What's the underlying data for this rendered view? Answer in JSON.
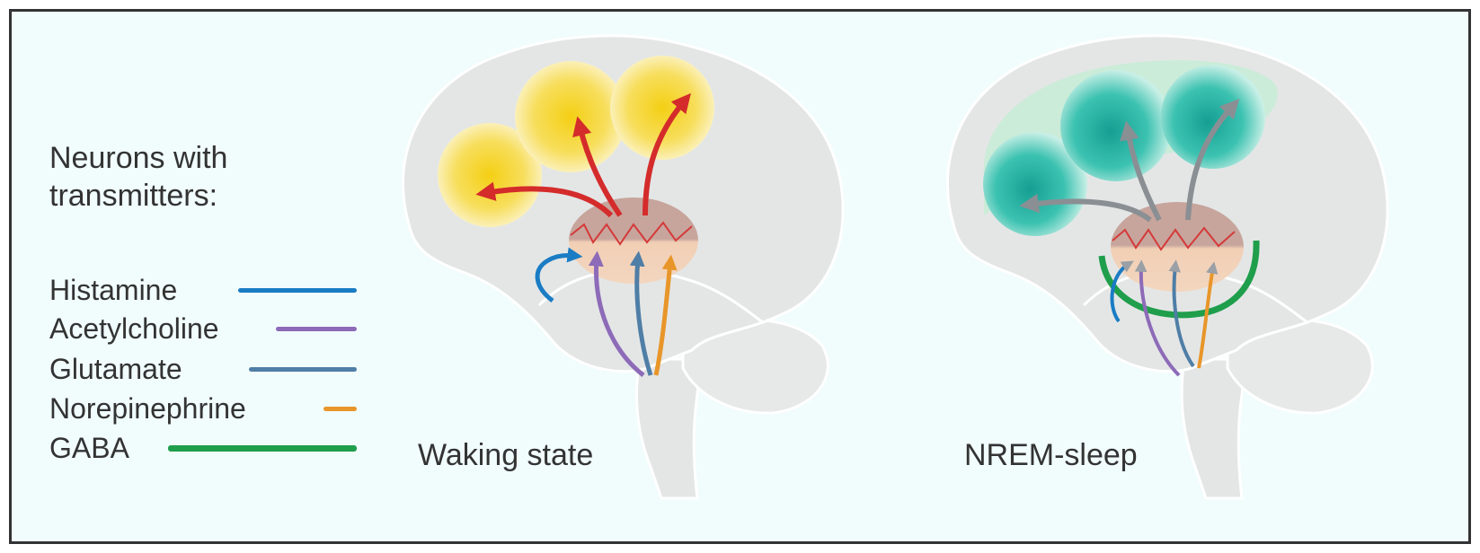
{
  "legend": {
    "heading_line1": "Neurons with",
    "heading_line2": "transmitters:",
    "items": [
      {
        "label": "Histamine",
        "color": "#1a7cc4"
      },
      {
        "label": "Acetylcholine",
        "color": "#8d6bb8"
      },
      {
        "label": "Glutamate",
        "color": "#4f7ea6"
      },
      {
        "label": "Norepinephrine",
        "color": "#e8962a"
      },
      {
        "label": "GABA",
        "color": "#1f9e4c"
      }
    ]
  },
  "panels": {
    "waking": {
      "label": "Waking state",
      "arrow_color": "#d42b2b",
      "cortex_color": "#f3d21c"
    },
    "nrem": {
      "label": "NREM-sleep",
      "arrow_color": "#8a8f94",
      "cortex_color": "#23b3a4"
    }
  },
  "colors": {
    "background": "#f1fcfc",
    "brain": "#e4e6e6",
    "brain_outline": "#ffffff",
    "thalamus_top": "#c9a8a0",
    "thalamus_bottom": "#f1cfb5",
    "zigzag": "#d43a3a"
  }
}
